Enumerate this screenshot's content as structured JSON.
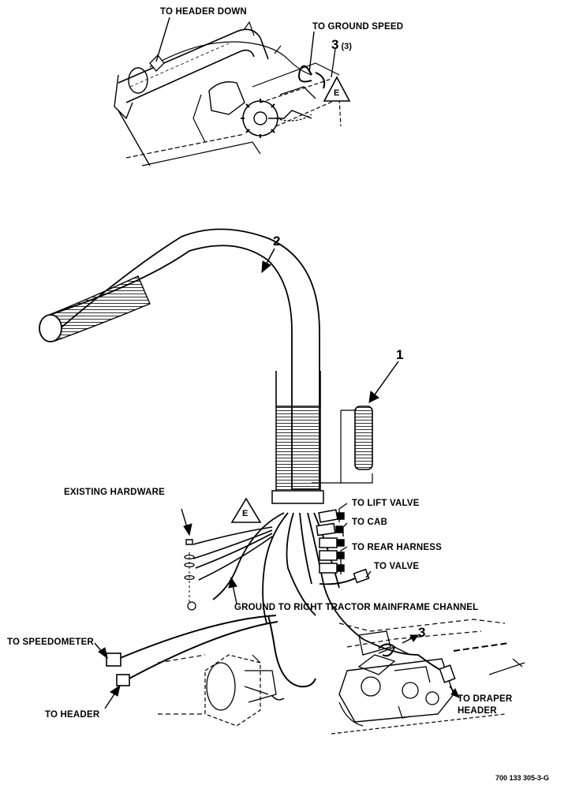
{
  "labels": {
    "to_header_down": "TO HEADER DOWN",
    "to_ground_speed": "TO GROUND SPEED",
    "existing_hardware": "EXISTING HARDWARE",
    "to_lift_valve": "TO LIFT VALVE",
    "to_cab": "TO CAB",
    "to_rear_harness": "TO REAR HARNESS",
    "to_valve": "TO VALVE",
    "ground_channel": "GROUND TO RIGHT TRACTOR MAINFRAME CHANNEL",
    "to_speedometer": "TO SPEEDOMETER",
    "to_header": "TO HEADER",
    "to_draper_header_1": "TO DRAPER",
    "to_draper_header_2": "HEADER"
  },
  "callouts": {
    "item_1": "1",
    "item_2": "2",
    "item_3_bottom": "3",
    "item_3_top": "3",
    "item_3_top_qty": "(3)",
    "ref_e_top": "E",
    "ref_e_mid": "E"
  },
  "figure_ref": "700 133 305-3-G"
}
